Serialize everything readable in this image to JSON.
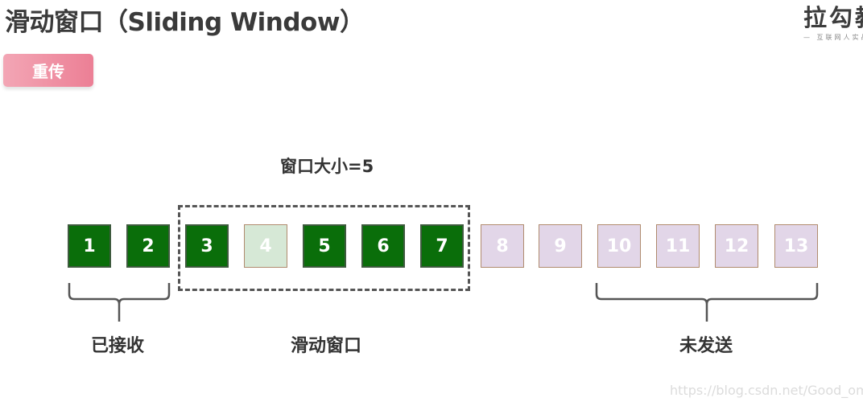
{
  "title": "滑动窗口（Sliding Window）",
  "logo": {
    "name": "拉勾教",
    "tagline": "— 互联网人实战"
  },
  "tag": {
    "label": "重传",
    "color": "#ee8ea0"
  },
  "window": {
    "label": "窗口大小=5",
    "size": 5
  },
  "packets": [
    {
      "number": "1",
      "state": "received"
    },
    {
      "number": "2",
      "state": "received"
    },
    {
      "number": "3",
      "state": "sent"
    },
    {
      "number": "4",
      "state": "acked"
    },
    {
      "number": "5",
      "state": "sent"
    },
    {
      "number": "6",
      "state": "sent"
    },
    {
      "number": "7",
      "state": "sent"
    },
    {
      "number": "8",
      "state": "unsent"
    },
    {
      "number": "9",
      "state": "unsent"
    },
    {
      "number": "10",
      "state": "unsent"
    },
    {
      "number": "11",
      "state": "unsent"
    },
    {
      "number": "12",
      "state": "unsent"
    },
    {
      "number": "13",
      "state": "unsent"
    }
  ],
  "groups": {
    "received": "已接收",
    "window": "滑动窗口",
    "unsent": "未发送"
  },
  "colors": {
    "dark_green": "#0a6e0a",
    "light_green": "#d6e8d6",
    "lavender": "#e2d6e8"
  },
  "watermark": "https://blog.csdn.net/Good_omen"
}
